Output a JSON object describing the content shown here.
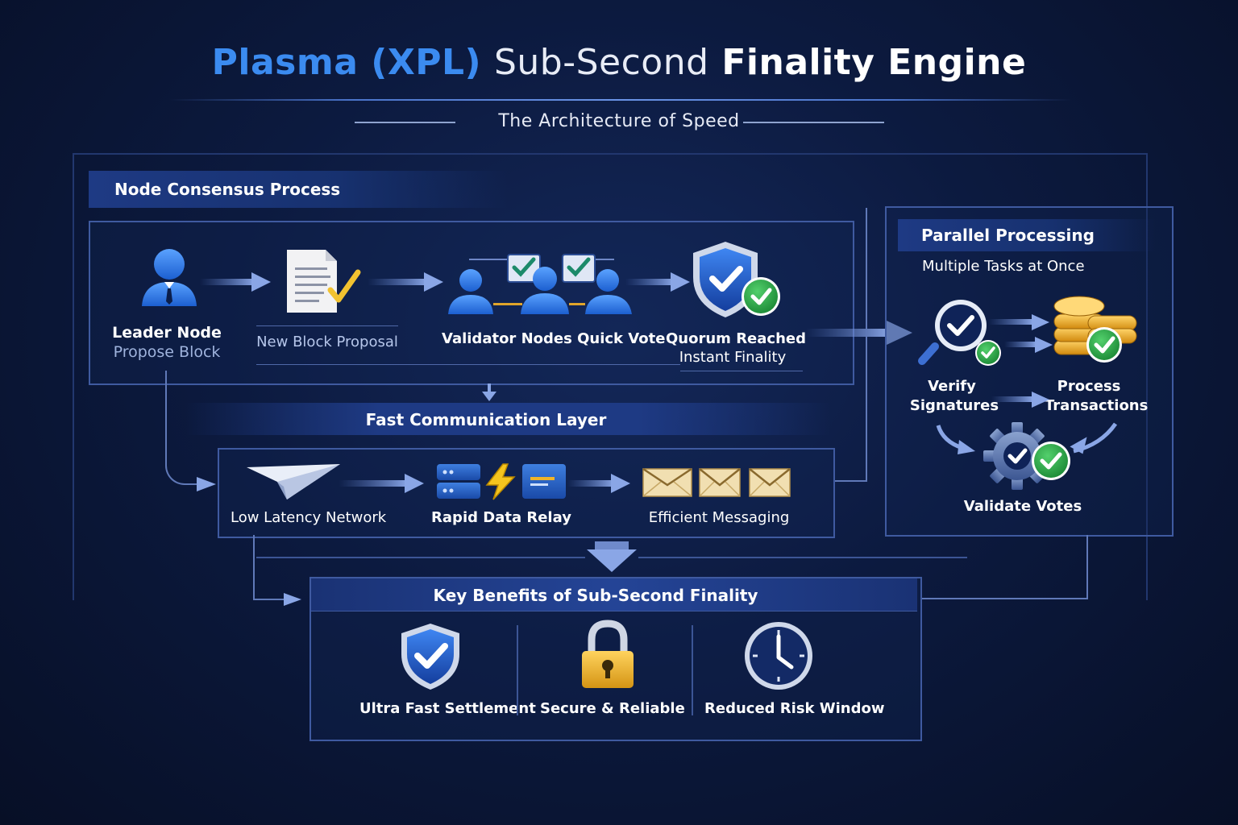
{
  "title": {
    "part1": "Plasma (XPL)",
    "part2": "Sub-Second",
    "part3": "Finality Engine"
  },
  "subtitle": "The Architecture of Speed",
  "consensus": {
    "header": "Node Consensus Process",
    "leader": {
      "title": "Leader Node",
      "sub": "Propose Block"
    },
    "proposal": "New Block Proposal",
    "validators": "Validator Nodes Quick Vote",
    "quorum": {
      "line1": "Quorum Reached",
      "line2": "Instant Finality"
    }
  },
  "comm": {
    "header": "Fast Communication Layer",
    "network": "Low Latency Network",
    "relay": "Rapid Data Relay",
    "messaging": "Efficient Messaging"
  },
  "parallel": {
    "header": "Parallel Processing",
    "sub": "Multiple Tasks at Once",
    "verify": {
      "line1": "Verify",
      "line2": "Signatures"
    },
    "process": {
      "line1": "Process",
      "line2": "Transactions"
    },
    "validate": "Validate Votes"
  },
  "benefits": {
    "header": "Key Benefits of Sub-Second Finality",
    "items": [
      "Ultra Fast Settlement",
      "Secure & Reliable",
      "Reduced Risk Window"
    ]
  },
  "colors": {
    "accent_blue": "#3b8bf0",
    "check_green": "#2ea84a",
    "gold": "#f0b428",
    "panel_border": "#3f5aa0"
  },
  "icons": [
    "user-icon",
    "document-icon",
    "validators-icon",
    "shield-check-icon",
    "paper-plane-icon",
    "server-icon",
    "lightning-icon",
    "envelope-icon",
    "magnifier-icon",
    "coins-icon",
    "gear-icon",
    "lock-icon",
    "clock-icon"
  ]
}
